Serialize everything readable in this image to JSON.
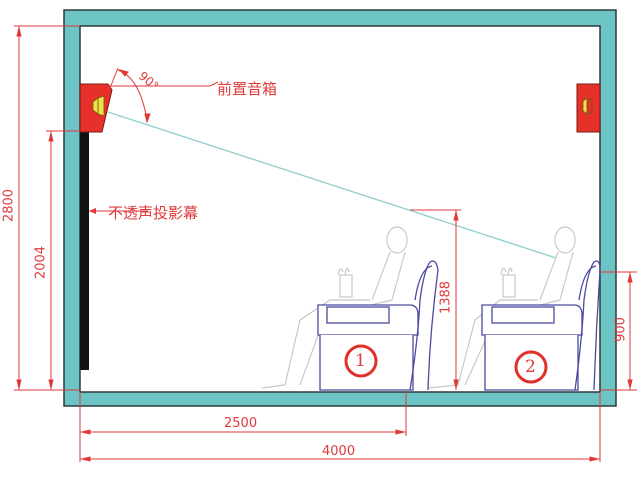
{
  "diagram": {
    "type": "home-theater-section",
    "colors": {
      "wall": "#6cc4c4",
      "wall_outline": "#2e3b3b",
      "dimension": "#e0393a",
      "speaker_body": "#e8302a",
      "speaker_cone": "#f0e04a",
      "screen": "#111111",
      "sight_line": "#8ecfcf",
      "seat_outline": "#4a4aa0",
      "person_outline": "#c8c8c8",
      "seat_number": "#e0302a"
    },
    "labels": {
      "front_speaker": "前置音箱",
      "screen": "不透声投影幕",
      "angle": "90°"
    },
    "dimensions": {
      "room_height": "2800",
      "screen_top_height": "2004",
      "sight_line_height": "1388",
      "seat_back_height": "900",
      "seat1_distance": "2500",
      "room_depth": "4000"
    },
    "seats": [
      {
        "number": "1"
      },
      {
        "number": "2"
      }
    ]
  }
}
